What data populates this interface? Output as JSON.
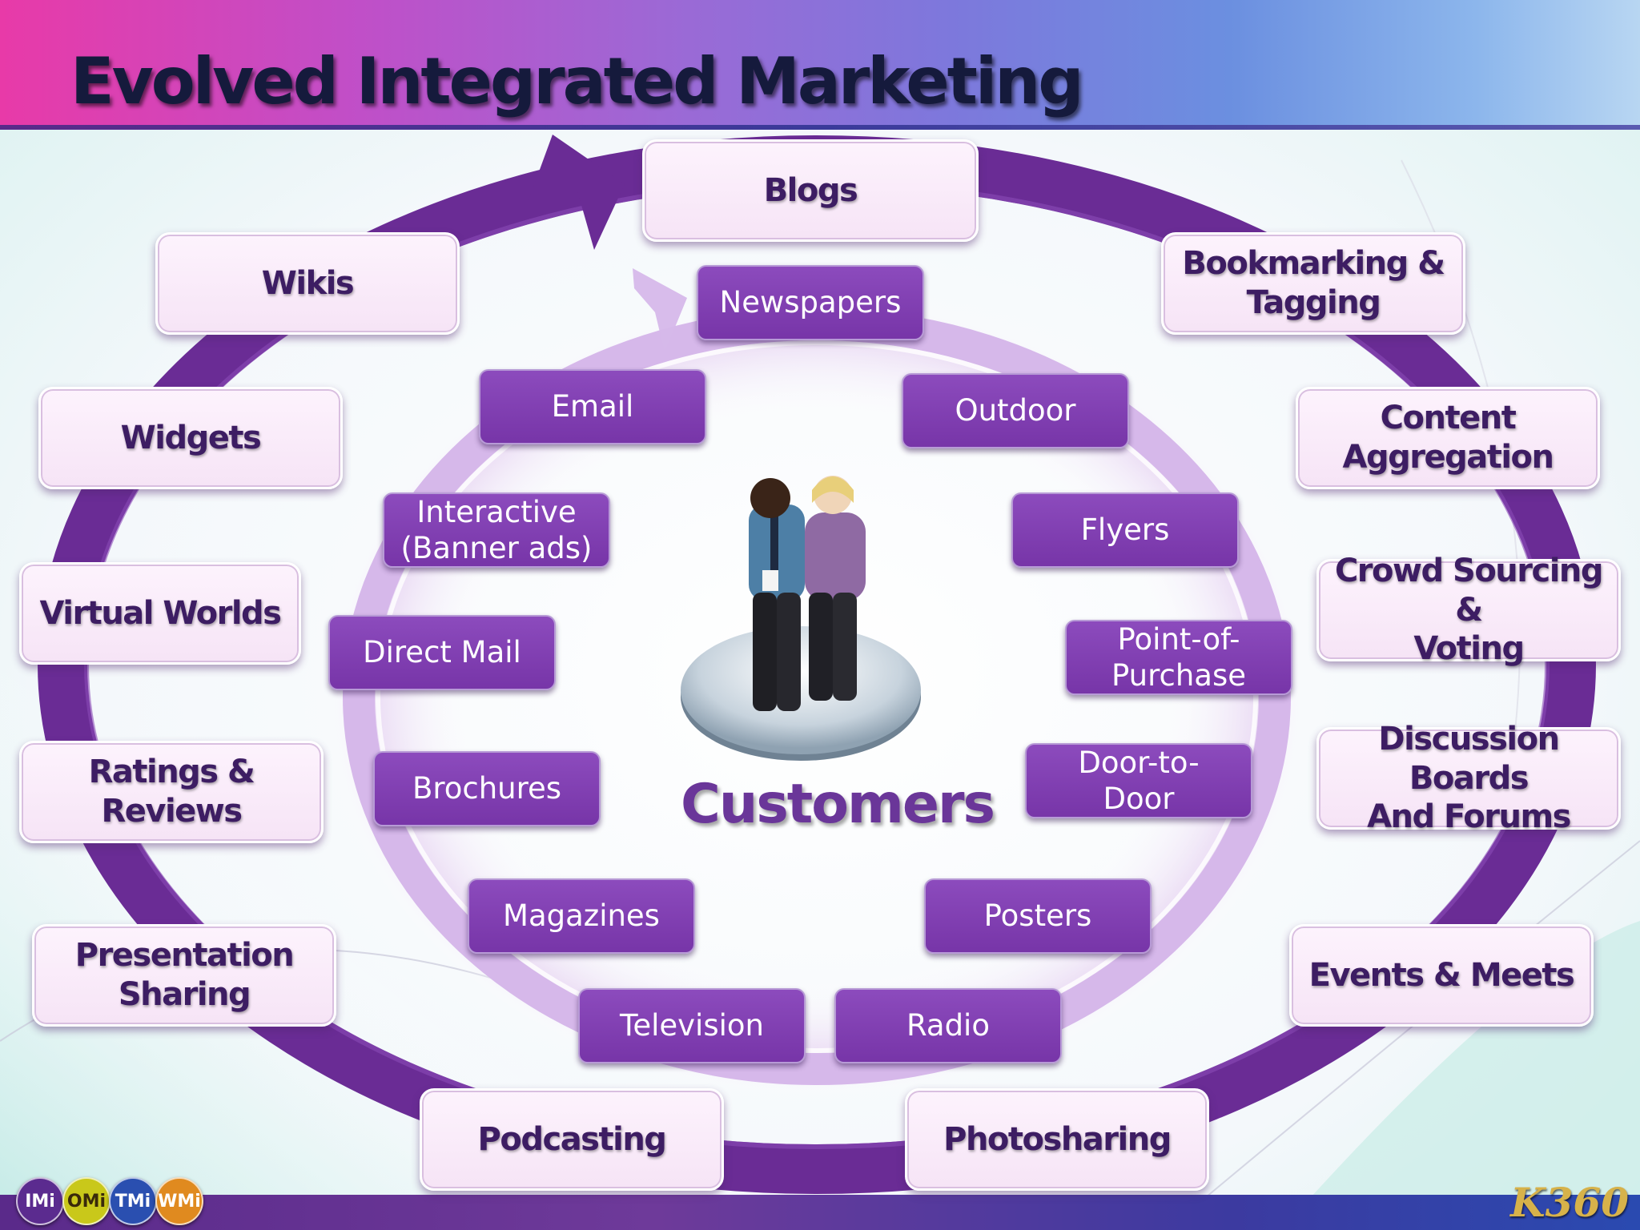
{
  "title": "Evolved Integrated Marketing",
  "center_label": "Customers",
  "outer_ring_label": "",
  "inner_ring_label": "",
  "outer_nodes": [
    {
      "label": "Blogs"
    },
    {
      "label": "Bookmarking &\nTagging"
    },
    {
      "label": "Content\nAggregation"
    },
    {
      "label": "Crowd Sourcing &\nVoting"
    },
    {
      "label": "Discussion Boards\nAnd Forums"
    },
    {
      "label": "Events & Meets"
    },
    {
      "label": "Photosharing"
    },
    {
      "label": "Podcasting"
    },
    {
      "label": "Presentation\nSharing"
    },
    {
      "label": "Ratings & Reviews"
    },
    {
      "label": "Virtual Worlds"
    },
    {
      "label": "Widgets"
    },
    {
      "label": "Wikis"
    }
  ],
  "inner_nodes": [
    {
      "label": "Newspapers"
    },
    {
      "label": "Outdoor"
    },
    {
      "label": "Flyers"
    },
    {
      "label": "Point-of-\nPurchase"
    },
    {
      "label": "Door-to-\nDoor"
    },
    {
      "label": "Posters"
    },
    {
      "label": "Radio"
    },
    {
      "label": "Television"
    },
    {
      "label": "Magazines"
    },
    {
      "label": "Brochures"
    },
    {
      "label": "Direct Mail"
    },
    {
      "label": "Interactive\n(Banner ads)"
    },
    {
      "label": "Email"
    }
  ],
  "badges": [
    {
      "label": "IMi",
      "color": "#5b2b8f"
    },
    {
      "label": "OMi",
      "color": "#c9c81a"
    },
    {
      "label": "TMi",
      "color": "#2a4fb0"
    },
    {
      "label": "WMi",
      "color": "#e08a1f"
    }
  ],
  "brand": "K360",
  "colors": {
    "ring_outer": "#6a2c95",
    "ring_inner": "#d6b8ea",
    "outer_box_text": "#3d1d63",
    "inner_box_fill": "#7e3bad",
    "title_text": "#151a3c"
  }
}
